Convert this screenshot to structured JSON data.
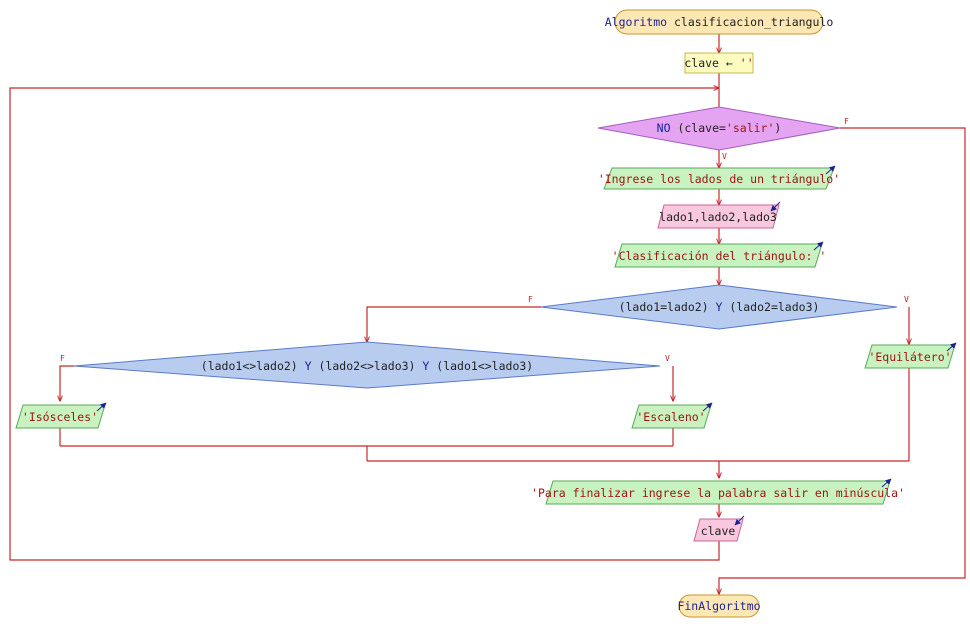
{
  "start": {
    "keyword": "Algoritmo",
    "name": "clasificacion_triangulo"
  },
  "assign": {
    "var": "clave",
    "op": "←",
    "value": "''"
  },
  "loop_cond": {
    "kw": "NO",
    "open": "(clave=",
    "str": "'salir'",
    "close": ")"
  },
  "out1": "'Ingrese los lados de un triángulo'",
  "in1": "lado1,lado2,lado3",
  "out2": "'Clasificación del triángulo: '",
  "cond1": {
    "a": "(lado1=lado2)",
    "op": "Y",
    "b": "(lado2=lado3)"
  },
  "cond2": {
    "a": "(lado1<>lado2)",
    "op1": "Y",
    "b": "(lado2<>lado3)",
    "op2": "Y",
    "c": "(lado1<>lado3)"
  },
  "out_equi": "'Equilátero'",
  "out_esc": "'Escaleno'",
  "out_iso": "'Isósceles'",
  "out3": "'Para finalizar ingrese la palabra salir en minúscula'",
  "in2": "clave",
  "end": "FinAlgoritmo",
  "branch": {
    "true": "V",
    "false": "F"
  },
  "colors": {
    "wire": "#c82828",
    "terminal_fill": "#fde7b4",
    "terminal_stroke": "#c8962d",
    "assign_fill": "#fcfcc0",
    "loop_fill": "#e4a4f2",
    "if_fill": "#b8ccf0",
    "output_fill": "#c8f2c0",
    "input_fill": "#fac8de",
    "keyword": "#1e1e96",
    "string": "#a01414"
  }
}
